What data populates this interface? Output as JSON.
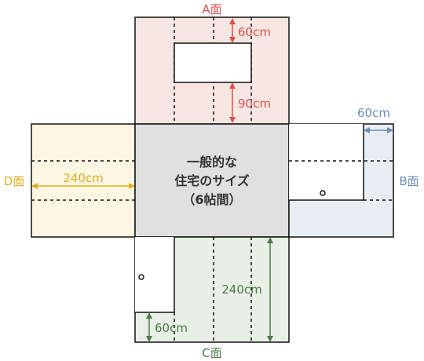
{
  "labels": {
    "face_a": "A面",
    "face_b": "B面",
    "face_c": "C面",
    "face_d": "D面"
  },
  "center": {
    "line1": "一般的な",
    "line2": "住宅のサイズ",
    "line3": "（6帖間）"
  },
  "dimensions": {
    "a_top": "60cm",
    "a_bottom": "90cm",
    "b_width": "60cm",
    "c_height": "240cm",
    "c_bottom": "60cm",
    "d_width": "240cm"
  },
  "colors": {
    "face_a": "#d9534f",
    "face_b": "#6b8cba",
    "face_c": "#4f7a4a",
    "face_d": "#e0b020",
    "fill_a": "#f8e6e3",
    "fill_b": "#e9eef5",
    "fill_c": "#e8efe6",
    "fill_d": "#fdf6e3",
    "center_fill": "#e0e0e0",
    "line": "#111111"
  }
}
